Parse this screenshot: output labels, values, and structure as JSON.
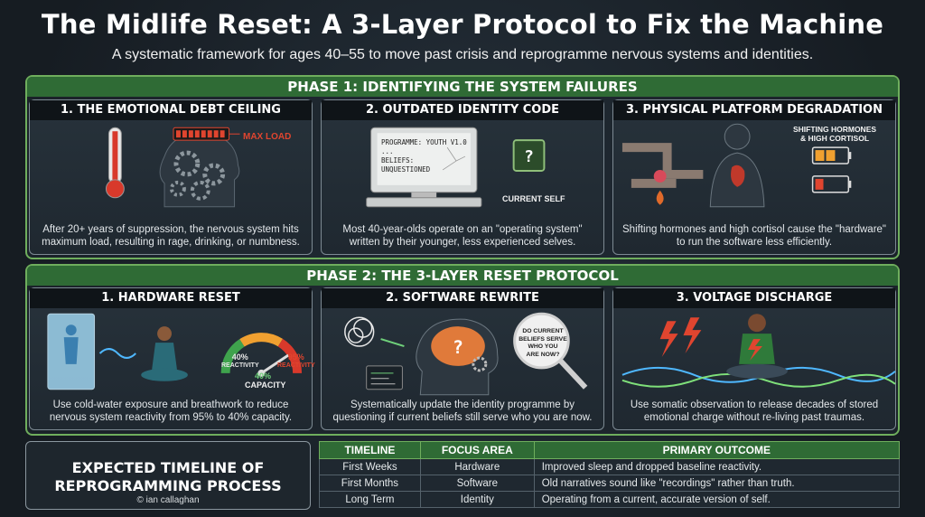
{
  "title": "The Midlife Reset: A 3-Layer Protocol to Fix the Machine",
  "subtitle": "A systematic framework for ages 40–55 to move past crisis and reprogramme nervous systems and identities.",
  "phase1": {
    "header": "PHASE 1: IDENTIFYING THE SYSTEM FAILURES",
    "cards": [
      {
        "title": "1. THE EMOTIONAL DEBT CEILING",
        "label": "MAX LOAD",
        "text": "After 20+ years of suppression, the nervous system hits maximum load, resulting in rage, drinking, or numbness."
      },
      {
        "title": "2. OUTDATED IDENTITY CODE",
        "screen_line1": "PROGRAMME: YOUTH V1.0",
        "screen_line2": "...",
        "screen_line3": "BELIEFS:",
        "screen_line4": "UNQUESTIONED",
        "chip_label": "CURRENT SELF",
        "text": "Most 40-year-olds operate on an \"operating system\" written by their younger, less experienced selves."
      },
      {
        "title": "3. PHYSICAL PLATFORM DEGRADATION",
        "label_line1": "SHIFTING HORMONES",
        "label_line2": "& HIGH CORTISOL",
        "text": "Shifting hormones and high cortisol cause the \"hardware\" to run the software less efficiently."
      }
    ]
  },
  "phase2": {
    "header": "PHASE 2: THE 3-LAYER RESET PROTOCOL",
    "cards": [
      {
        "title": "1. HARDWARE RESET",
        "gauge_left": "40%",
        "gauge_left_sub": "REACTIVITY",
        "gauge_right": "95%",
        "gauge_right_sub": "REACTIVITY",
        "gauge_center": "40%",
        "gauge_caption": "CAPACITY",
        "text": "Use cold-water exposure and breathwork to reduce nervous system reactivity from 95% to 40% capacity."
      },
      {
        "title": "2. SOFTWARE REWRITE",
        "bubble_line1": "DO CURRENT",
        "bubble_line2": "BELIEFS SERVE",
        "bubble_line3": "WHO YOU",
        "bubble_line4": "ARE NOW?",
        "text": "Systematically update the identity programme by questioning if current beliefs still serve who you are now."
      },
      {
        "title": "3. VOLTAGE DISCHARGE",
        "text": "Use somatic observation to release decades of stored emotional charge without re-living past traumas."
      }
    ]
  },
  "timeline": {
    "heading_line1": "EXPECTED TIMELINE OF",
    "heading_line2": "REPROGRAMMING PROCESS",
    "credit": "© ian callaghan",
    "headers": [
      "TIMELINE",
      "FOCUS AREA",
      "PRIMARY OUTCOME"
    ],
    "rows": [
      [
        "First Weeks",
        "Hardware",
        "Improved sleep and dropped baseline reactivity."
      ],
      [
        "First Months",
        "Software",
        "Old narratives sound like \"recordings\" rather than truth."
      ],
      [
        "Long Term",
        "Identity",
        "Operating from a current, accurate version of self."
      ]
    ]
  },
  "colors": {
    "accent_green": "#2f6b35",
    "border_green": "#6fae5d",
    "alert_red": "#e0452f",
    "gauge_orange": "#f0a030"
  }
}
